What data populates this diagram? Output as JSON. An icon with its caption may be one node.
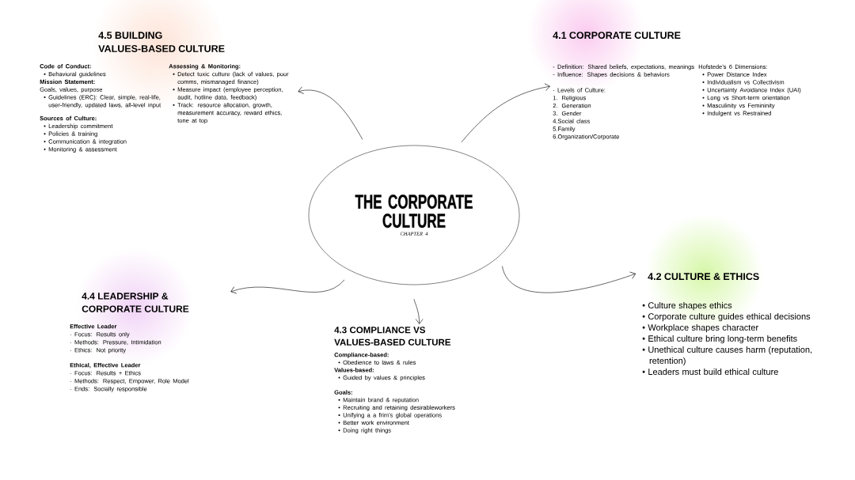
{
  "diagram": {
    "nodes": [
      {
        "text": [
          "THE CORPORATE CULTURE",
          "CHAPTER 4"
        ]
      },
      {
        "text": [
          "4.5 BUILDING VALUES-BASED CULTURE",
          "Code of Conduct:",
          "• Behavioral guidelines",
          "Mission Statement:",
          "Goals, values, purpose",
          "• Guidelines (ERC): Clear, simple, real-life, user-friendly, updated laws, all-level input",
          "Sources of Culture:",
          "• Leadership commitment",
          "• Policies & training",
          "• Communication & integration",
          "• Monitoring & assessment",
          "Assessing & Monitoring:",
          "• Detect toxic culture (lack of values, poor comms, mismanaged finance)",
          "• Measure impact (employee perception, audit, hotline data, feedback)",
          "• Track: resource allocation, growth, measurement accuracy, reward ethics, tone at top"
        ]
      },
      {
        "text": [
          "4.1 CORPORATE CULTURE",
          "- Definition: Shared beliefs, expectations, meanings",
          "- Influence: Shapes decisions & behaviors",
          "· Levels of Culture:",
          "1. Religious",
          "2. Generation",
          "3. Gender",
          "4.Social class",
          "5.Family",
          "6.Organization/Corporate",
          "Hofstede’s 6 Dimensions:",
          "• Power Distance Index",
          "• Individualism vs Collectivism",
          "• Uncertainty Avoidance Index (UAI)",
          "• Long vs Short-term orientation",
          "• Masculinity vs Femininity",
          "• Indulgent vs Restrained"
        ]
      },
      {
        "text": [
          "4.4 LEADERSHIP & CORPORATE CULTURE",
          "Effective Leader",
          "· Focus: Results only",
          "· Methods: Pressure, Intimidation",
          "· Ethics: Not priority",
          "Ethical, Effective Leader",
          "· Focus: Results + Ethics",
          "· Methods: Respect, Empower, Role Model",
          "· Ends: Socially responsible"
        ]
      },
      {
        "text": [
          "4.3 COMPLIANCE VS VALUES-BASED CULTURE",
          "Compliance-based:",
          "• Obedience to laws & rules",
          "Values-based:",
          "• Guided by values & principles",
          "Goals:",
          "• Maintain brand & reputation",
          "• Recruiting and retaining desirableworkers",
          "• Unifying a a frim’s global operations",
          "• Better work environment",
          "• Doing right things"
        ]
      },
      {
        "text": [
          "4.2 CULTURE & ETHICS",
          "• Culture shapes ethics",
          "• Corporate culture guides ethical decisions",
          "• Workplace shapes character",
          "• Ethical culture bring long-term benefits",
          "• Unethical culture causes harm (reputation, retention)",
          "• Leaders must build ethical culture"
        ]
      }
    ],
    "edges": [
      {
        "from": 0,
        "to": 1,
        "arrow": "to"
      },
      {
        "from": 0,
        "to": 2,
        "arrow": "to"
      },
      {
        "from": 0,
        "to": 3,
        "arrow": "to"
      },
      {
        "from": 0,
        "to": 4,
        "arrow": "to"
      },
      {
        "from": 0,
        "to": 5,
        "arrow": "to"
      }
    ]
  }
}
